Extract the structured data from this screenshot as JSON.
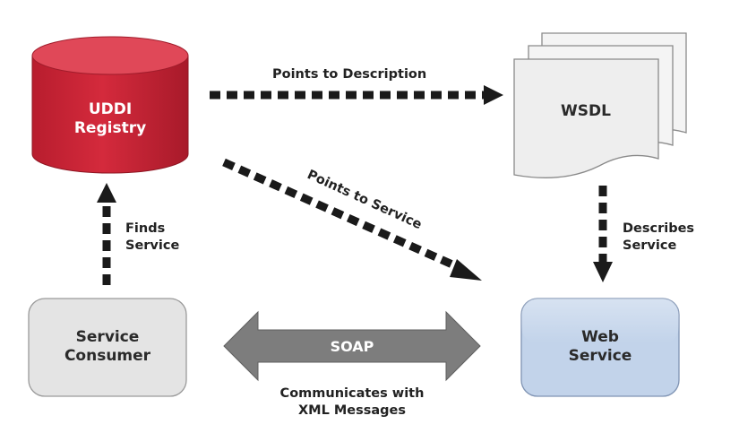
{
  "nodes": {
    "uddi": {
      "line1": "UDDI",
      "line2": "Registry"
    },
    "wsdl": {
      "label": "WSDL"
    },
    "consumer": {
      "line1": "Service",
      "line2": "Consumer"
    },
    "web_service": {
      "line1": "Web",
      "line2": "Service"
    }
  },
  "edges": {
    "points_to_description": {
      "label": "Points to Description"
    },
    "points_to_service": {
      "label": "Points to Service"
    },
    "finds_service": {
      "line1": "Finds",
      "line2": "Service"
    },
    "describes_service": {
      "line1": "Describes",
      "line2": "Service"
    },
    "soap": {
      "label": "SOAP",
      "caption_line1": "Communicates with",
      "caption_line2": "XML Messages"
    }
  },
  "colors": {
    "uddi_fill": "#d42a3c",
    "uddi_top": "#e24a5a",
    "wsdl_fill": "#eeeeee",
    "consumer_fill": "#e4e4e4",
    "web_service_fill": "#c2d3ea",
    "soap_arrow": "#7d7d7d",
    "dashed_arrow": "#1a1a1a"
  }
}
